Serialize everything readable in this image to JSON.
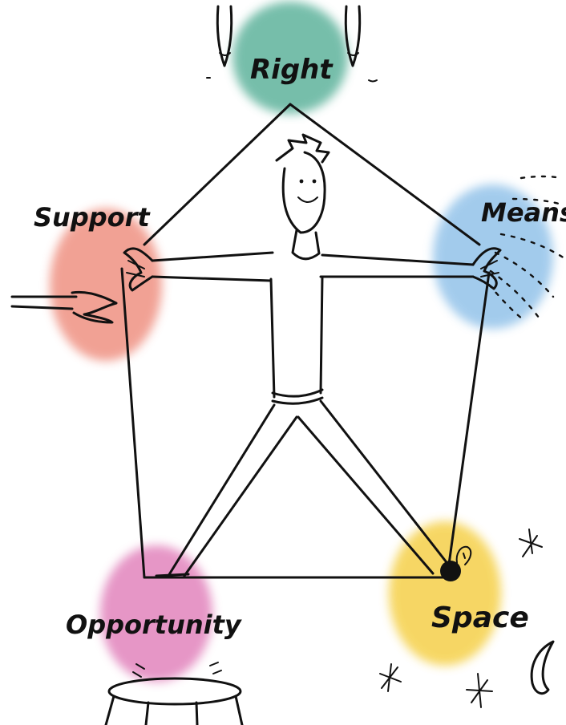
{
  "labels": {
    "right": "Right",
    "support": "Support",
    "means": "Means",
    "opportunity": "Opportunity",
    "space": "Space"
  },
  "colors": {
    "right": "#5fb39c",
    "support": "#ee8a7a",
    "means": "#8cbfe8",
    "opportunity": "#e07bb8",
    "space": "#f5d04a",
    "ink": "#111111"
  }
}
